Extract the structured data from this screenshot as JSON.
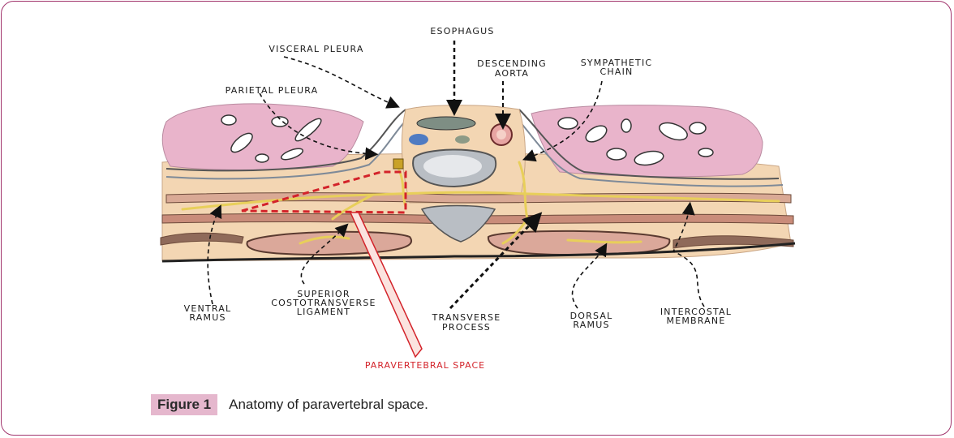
{
  "labels": {
    "esophagus": "ESOPHAGUS",
    "visceral_pleura": "VISCERAL PLEURA",
    "parietal_pleura": "PARIETAL PLEURA",
    "descending_aorta_1": "DESCENDING",
    "descending_aorta_2": "AORTA",
    "sympathetic_chain_1": "SYMPATHETIC",
    "sympathetic_chain_2": "CHAIN",
    "ventral_ramus_1": "VENTRAL",
    "ventral_ramus_2": "RAMUS",
    "sctl_1": "SUPERIOR",
    "sctl_2": "COSTOTRANSVERSE",
    "sctl_3": "LIGAMENT",
    "transverse_process_1": "TRANSVERSE",
    "transverse_process_2": "PROCESS",
    "dorsal_ramus_1": "DORSAL",
    "dorsal_ramus_2": "RAMUS",
    "intercostal_membrane_1": "INTERCOSTAL",
    "intercostal_membrane_2": "MEMBRANE",
    "paravertebral_space": "PARAVERTEBRAL SPACE"
  },
  "caption": {
    "figure_label": "Figure 1",
    "text": "Anatomy of paravertebral space."
  },
  "colors": {
    "frame": "#a1356d",
    "caption_label_bg": "#e5b7cd",
    "lung": "#e9b4cb",
    "tissue": "#f3d6b3",
    "muscle": "#d9a995",
    "bone": "#b9bec4",
    "nerve": "#e8cf5a",
    "highlight": "#d3232a"
  }
}
